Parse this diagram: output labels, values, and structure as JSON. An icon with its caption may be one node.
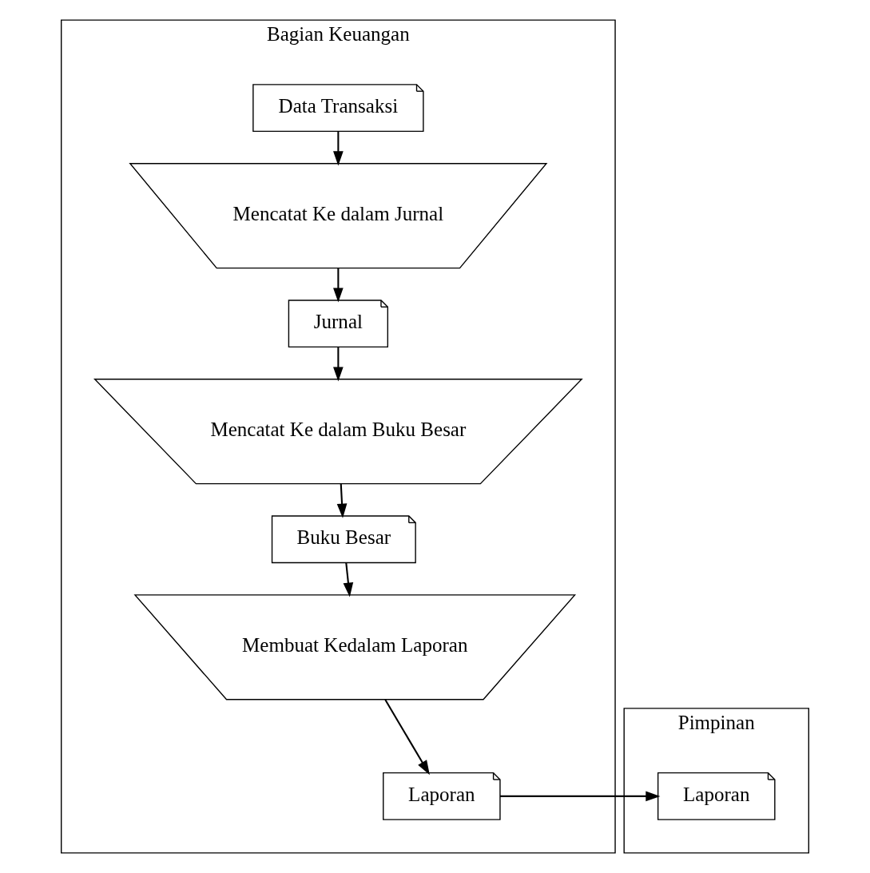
{
  "diagram": {
    "nodes": [
      {
        "text": [
          "Bagian Keuangan"
        ]
      },
      {
        "text": [
          "Pimpinan"
        ]
      },
      {
        "text": [
          "Data Transaksi"
        ],
        "in": 0
      },
      {
        "text": [
          "Mencatat Ke dalam Jurnal"
        ],
        "in": 0
      },
      {
        "text": [
          "Jurnal"
        ],
        "in": 0
      },
      {
        "text": [
          "Mencatat Ke dalam Buku Besar"
        ],
        "in": 0
      },
      {
        "text": [
          "Buku Besar"
        ],
        "in": 0
      },
      {
        "text": [
          "Membuat Kedalam Laporan"
        ],
        "in": 0
      },
      {
        "text": [
          "Laporan"
        ],
        "in": 0
      },
      {
        "text": [
          "Laporan"
        ],
        "in": 1
      }
    ],
    "edges": [
      {
        "from": 2,
        "to": 3,
        "arrow": "to"
      },
      {
        "from": 3,
        "to": 4,
        "arrow": "to"
      },
      {
        "from": 4,
        "to": 5,
        "arrow": "to"
      },
      {
        "from": 5,
        "to": 6,
        "arrow": "to"
      },
      {
        "from": 6,
        "to": 7,
        "arrow": "to"
      },
      {
        "from": 7,
        "to": 8,
        "arrow": "to"
      },
      {
        "from": 8,
        "to": 9,
        "arrow": "to"
      }
    ]
  }
}
